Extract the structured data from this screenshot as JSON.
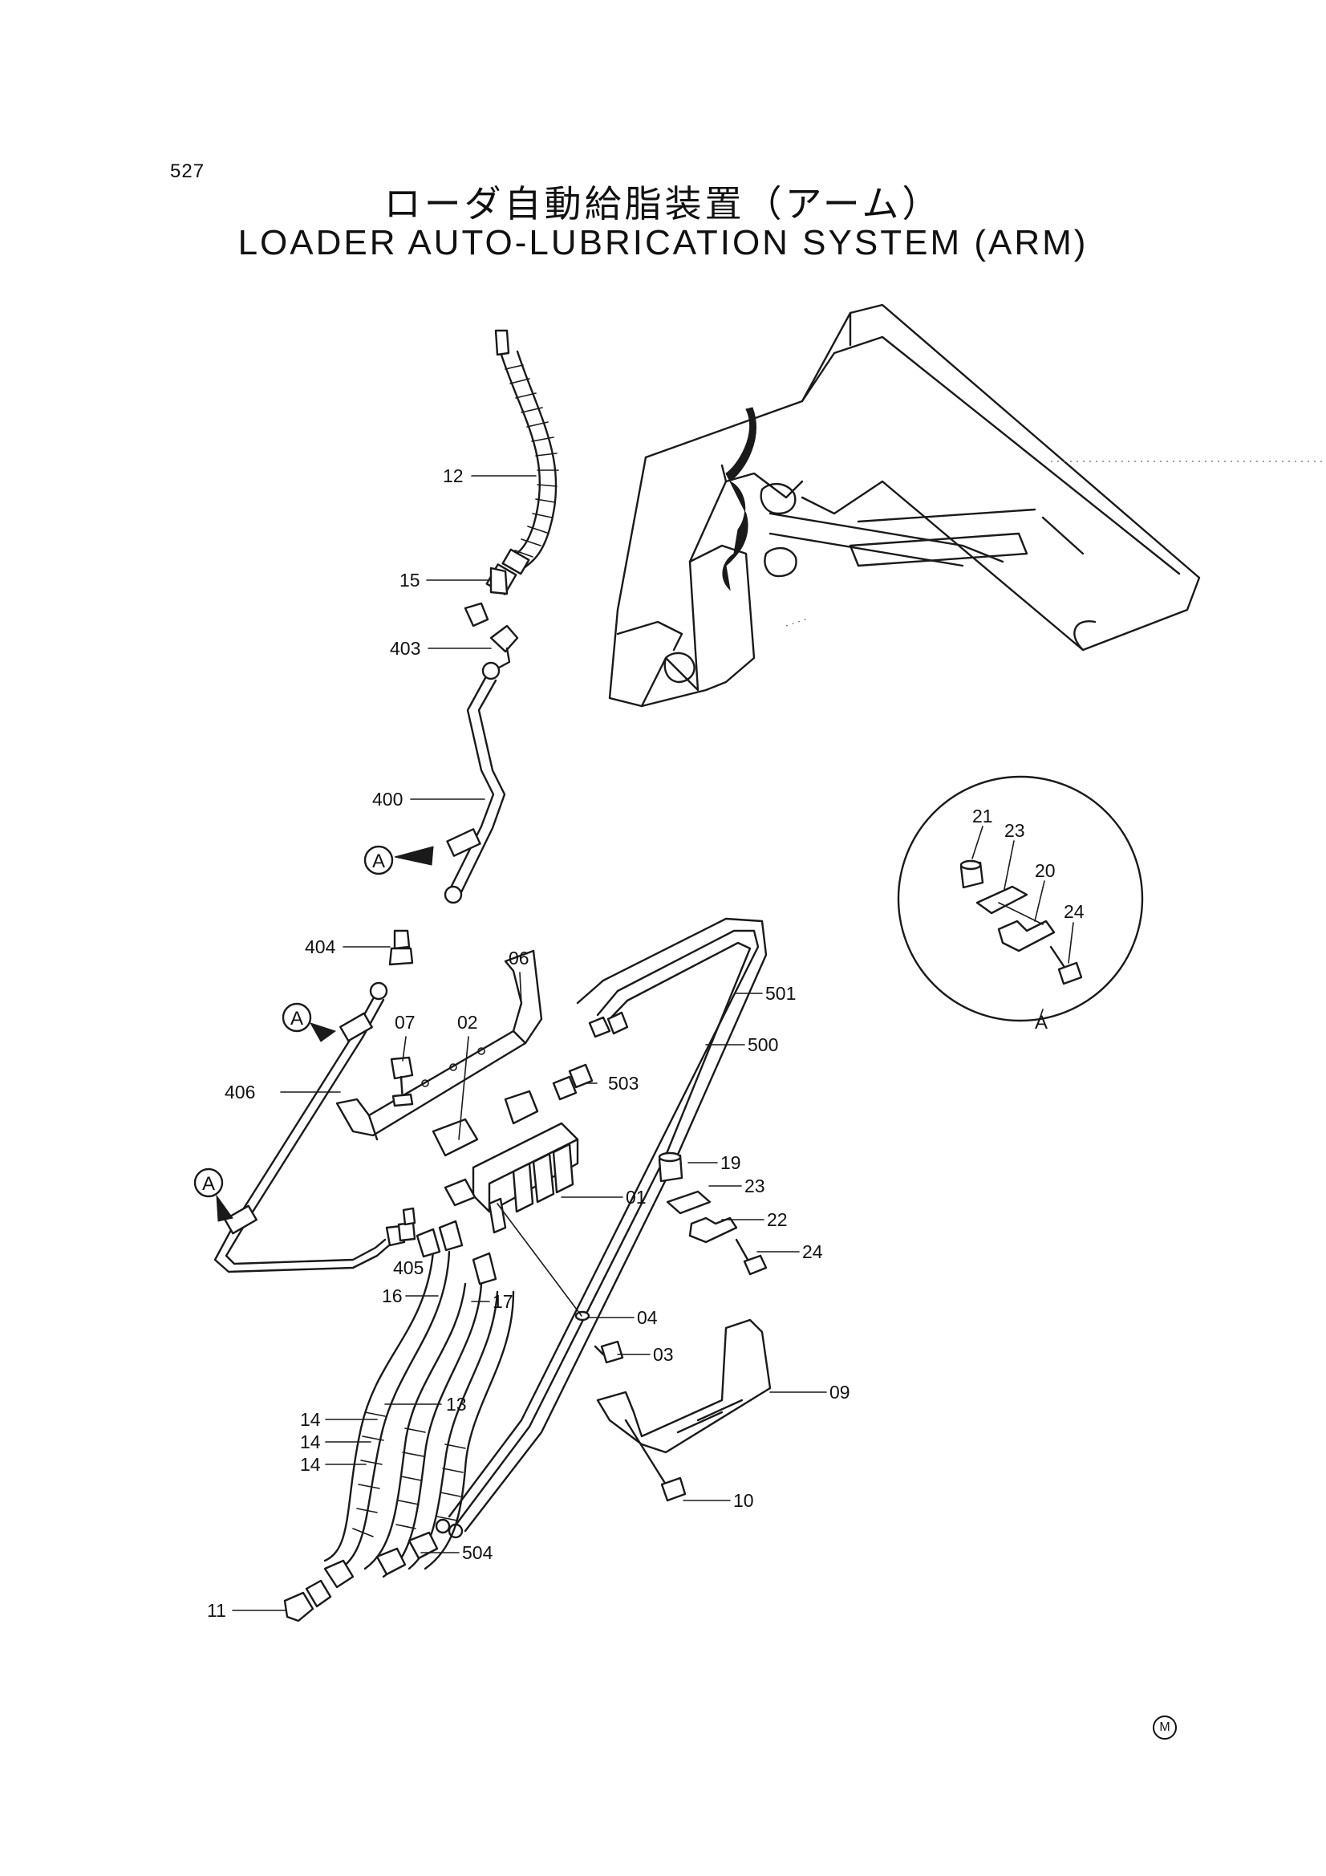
{
  "header": {
    "page_number": "527",
    "title_jp": "ローダ自動給脂装置（アーム）",
    "title_en": "LOADER AUTO-LUBRICATION SYSTEM (ARM)"
  },
  "detail_view": {
    "label": "A"
  },
  "reference_marks": [
    {
      "label": "A"
    },
    {
      "label": "A"
    },
    {
      "label": "A"
    }
  ],
  "callouts": [
    {
      "label": "12"
    },
    {
      "label": "15"
    },
    {
      "label": "403"
    },
    {
      "label": "400"
    },
    {
      "label": "404"
    },
    {
      "label": "06"
    },
    {
      "label": "07"
    },
    {
      "label": "02"
    },
    {
      "label": "406"
    },
    {
      "label": "501"
    },
    {
      "label": "500"
    },
    {
      "label": "503"
    },
    {
      "label": "19"
    },
    {
      "label": "23"
    },
    {
      "label": "01"
    },
    {
      "label": "22"
    },
    {
      "label": "24"
    },
    {
      "label": "405"
    },
    {
      "label": "16"
    },
    {
      "label": "17"
    },
    {
      "label": "04"
    },
    {
      "label": "03"
    },
    {
      "label": "09"
    },
    {
      "label": "13"
    },
    {
      "label": "14"
    },
    {
      "label": "14"
    },
    {
      "label": "14"
    },
    {
      "label": "10"
    },
    {
      "label": "504"
    },
    {
      "label": "11"
    },
    {
      "label": "21"
    },
    {
      "label": "23"
    },
    {
      "label": "20"
    },
    {
      "label": "24"
    }
  ],
  "maker_mark": "M"
}
